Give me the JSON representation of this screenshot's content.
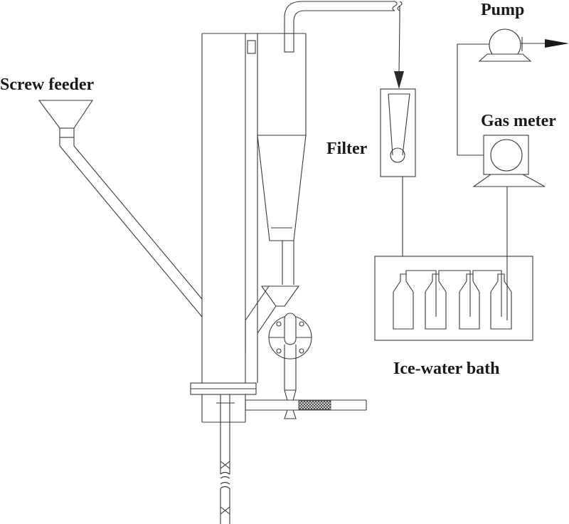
{
  "labels": {
    "screw_feeder": "Screw feeder",
    "pump": "Pump",
    "gas_meter": "Gas meter",
    "filter": "Filter",
    "ice_water_bath": "Ice-water bath"
  },
  "colors": {
    "line": "#3a3a3a",
    "text": "#1a1a1a",
    "background": "#ffffff"
  }
}
